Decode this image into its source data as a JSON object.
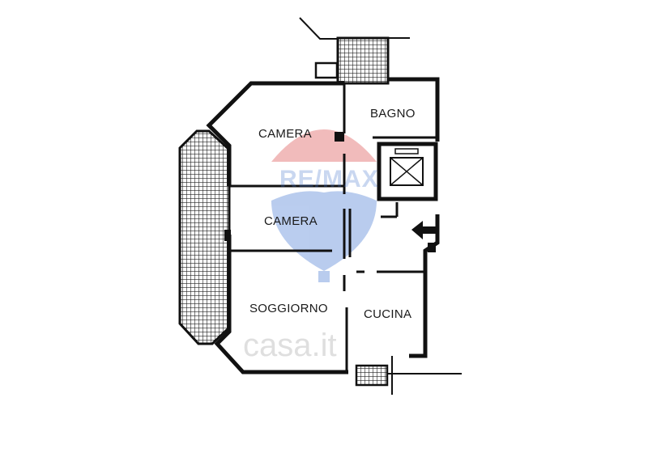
{
  "rooms": {
    "camera_top": "CAMERA",
    "bagno": "BAGNO",
    "camera_mid": "CAMERA",
    "soggiorno": "SOGGIORNO",
    "cucina": "CUCINA"
  },
  "watermark": {
    "remax_text": "RE/MAX",
    "casa_text": "casa.it"
  },
  "colors": {
    "wall": "#111111",
    "hatch": "#333333",
    "remax_red": "#d94040",
    "remax_blue": "#3a6fd0"
  }
}
